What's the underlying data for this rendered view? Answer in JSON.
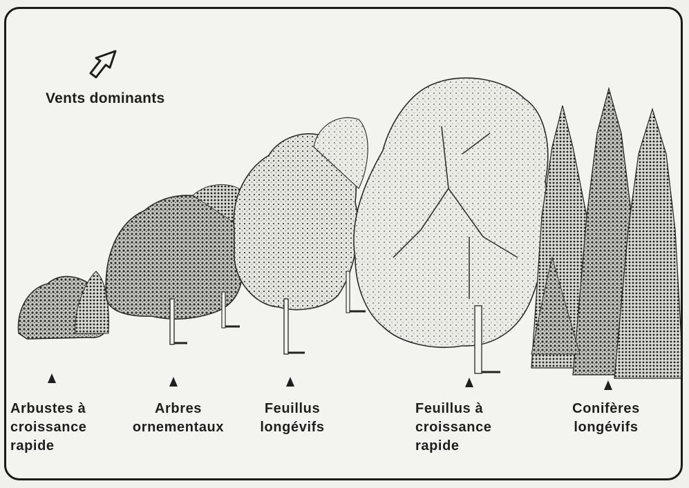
{
  "wind": {
    "label": "Vents dominants",
    "icon": "arrow-outline-icon"
  },
  "categories": [
    {
      "lines": [
        "Arbustes à",
        "croissance",
        "rapide"
      ]
    },
    {
      "lines": [
        "Arbres",
        "ornementaux"
      ]
    },
    {
      "lines": [
        "Feuillus",
        "longévifs"
      ]
    },
    {
      "lines": [
        "Feuillus à",
        "croissance",
        "rapide"
      ]
    },
    {
      "lines": [
        "Conifères",
        "longévifs"
      ]
    }
  ],
  "colors": {
    "ink": "#1e1e1e",
    "paper": "#f3f3ef"
  }
}
